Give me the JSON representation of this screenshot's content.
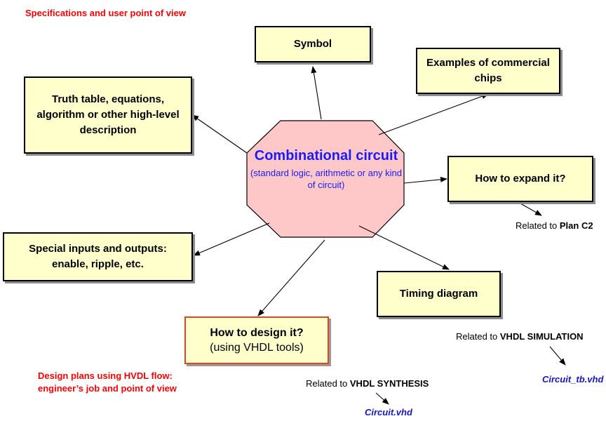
{
  "header": {
    "title": "Specifications and user point of view"
  },
  "center": {
    "title": "Combinational circuit",
    "subtitle": "(standard logic, arithmetic or any kind of circuit)"
  },
  "boxes": {
    "symbol": "Symbol",
    "commercial": "Examples of commercial chips",
    "truth_table": "Truth table, equations, algorithm or other high-level description",
    "expand": "How to expand it?",
    "special_io": "Special inputs and outputs: enable, ripple, etc.",
    "timing": "Timing diagram"
  },
  "design": {
    "title": "How to design it?",
    "subtitle": "(using VHDL tools)"
  },
  "footer": {
    "title": "Design plans using HVDL flow: engineer’s job and point of view"
  },
  "related": {
    "prefix": "Related to",
    "plan": "Plan C2",
    "simulation": "VHDL SIMULATION",
    "synthesis": "VHDL SYNTHESIS"
  },
  "files": {
    "testbench": "Circuit_tb.vhd",
    "circuit": "Circuit.vhd"
  },
  "colors": {
    "box_fill": "#ffffcc",
    "octagon_fill": "#ffc8c8",
    "center_text": "#1a1aff",
    "title_red": "#ff0000",
    "design_border": "#e8421e",
    "file_blue": "#1414c8"
  }
}
